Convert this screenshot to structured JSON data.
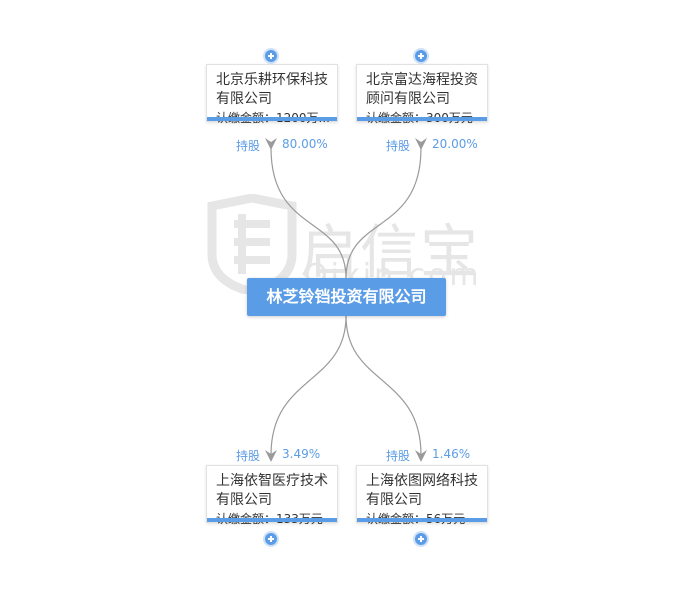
{
  "watermark": {
    "brand": "启信宝",
    "domain": "Qixin.com"
  },
  "center": {
    "name": "林芝铃铛投资有限公司"
  },
  "shareholders": [
    {
      "name": "北京乐耕环保科技有限公司",
      "amount": "认缴金额：1200万...",
      "relation": "持股",
      "percent": "80.00%"
    },
    {
      "name": "北京富达海程投资顾问有限公司",
      "amount": "认缴金额：300万元",
      "relation": "持股",
      "percent": "20.00%"
    }
  ],
  "investments": [
    {
      "name": "上海依智医疗技术有限公司",
      "amount": "认缴金额：133万元",
      "relation": "持股",
      "percent": "3.49%"
    },
    {
      "name": "上海依图网络科技有限公司",
      "amount": "认缴金额：56万元",
      "relation": "持股",
      "percent": "1.46%"
    }
  ],
  "colors": {
    "accent": "#5b9ce6",
    "line": "#9a9a9a",
    "watermark": "#e6e6e6"
  },
  "icons": {
    "expand": "plus-circle-icon",
    "arrow": "arrow-down-icon"
  }
}
